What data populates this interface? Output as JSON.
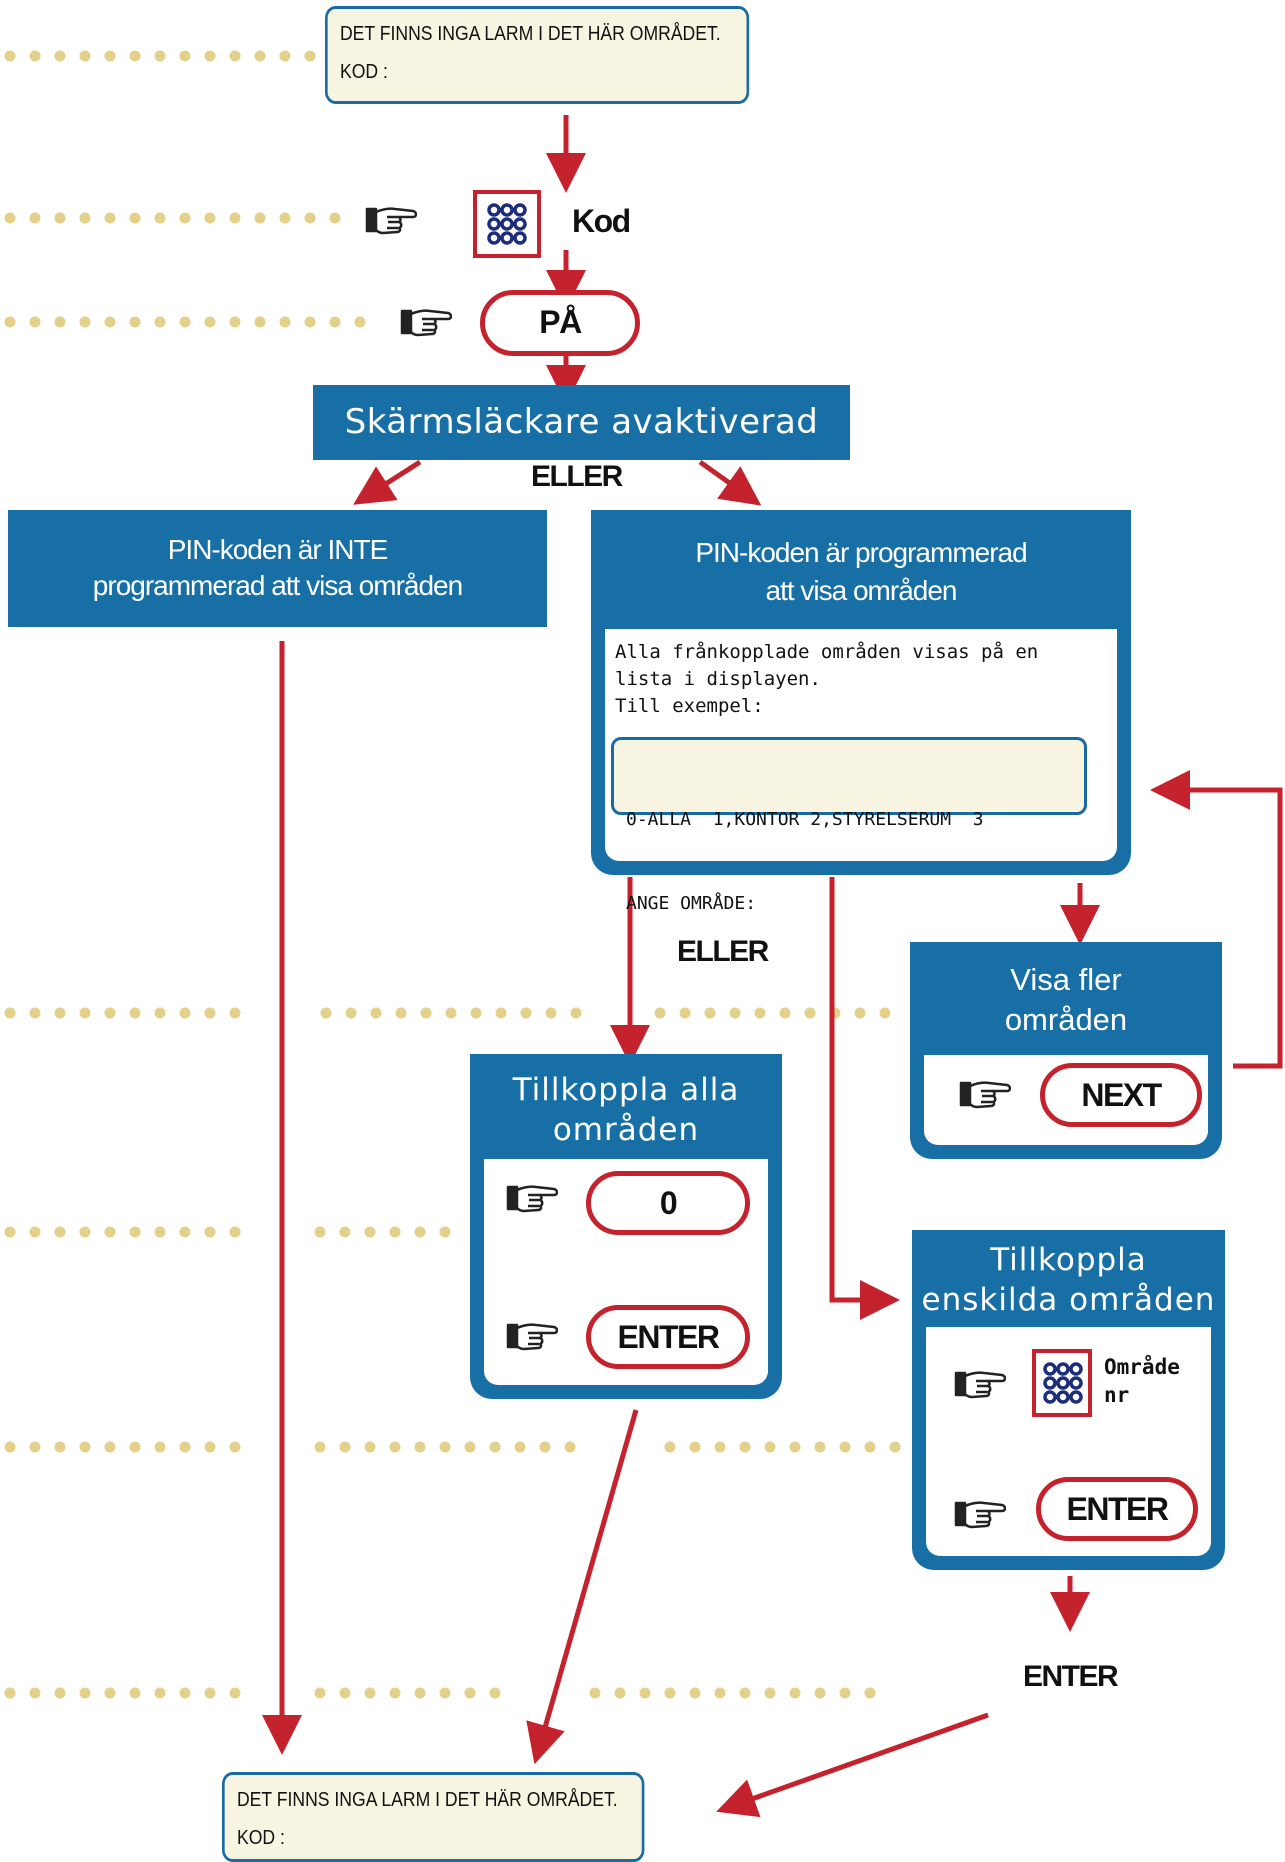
{
  "top_display": {
    "line1": "DET FINNS INGA LARM I DET HÄR OMRÅDET.",
    "line2": "KOD :"
  },
  "step_code": {
    "label": "Kod",
    "icon": "keypad-icon"
  },
  "step_on": {
    "key_label": "PÅ",
    "icon": "pointing-hand-icon"
  },
  "screensaver": {
    "text": "Skärmsläckare avaktiverad"
  },
  "or_1": "ELLER",
  "branch_not_programmed": {
    "line1": "PIN-koden är INTE",
    "line2": "programmerad att visa områden"
  },
  "branch_programmed": {
    "line1": "PIN-koden är programmerad",
    "line2": "att visa områden",
    "description": "Alla frånkopplade områden visas på en\nlista i displayen.\nTill exempel:",
    "display_line1": "0-ALLA  1,KONTOR 2,STYRELSERUM  3",
    "display_line2": "ANGE OMRÅDE:"
  },
  "or_2": "ELLER",
  "more_areas": {
    "line1": "Visa fler",
    "line2": "områden",
    "key_label": "NEXT"
  },
  "arm_all": {
    "line1": "Tillkoppla alla",
    "line2": "områden",
    "key1": "0",
    "key2": "ENTER"
  },
  "arm_single": {
    "line1": "Tillkoppla",
    "line2": "enskilda områden",
    "keypad_label_1": "Område",
    "keypad_label_2": "nr",
    "key": "ENTER"
  },
  "final_enter": "ENTER",
  "bottom_display": {
    "line1": "DET FINNS INGA LARM I DET HÄR OMRÅDET.",
    "line2": "KOD :"
  },
  "colors": {
    "blue": "#176fa6",
    "red": "#c4222d",
    "dots": "#e3d08a",
    "lcd_bg": "#f8f4e2"
  }
}
